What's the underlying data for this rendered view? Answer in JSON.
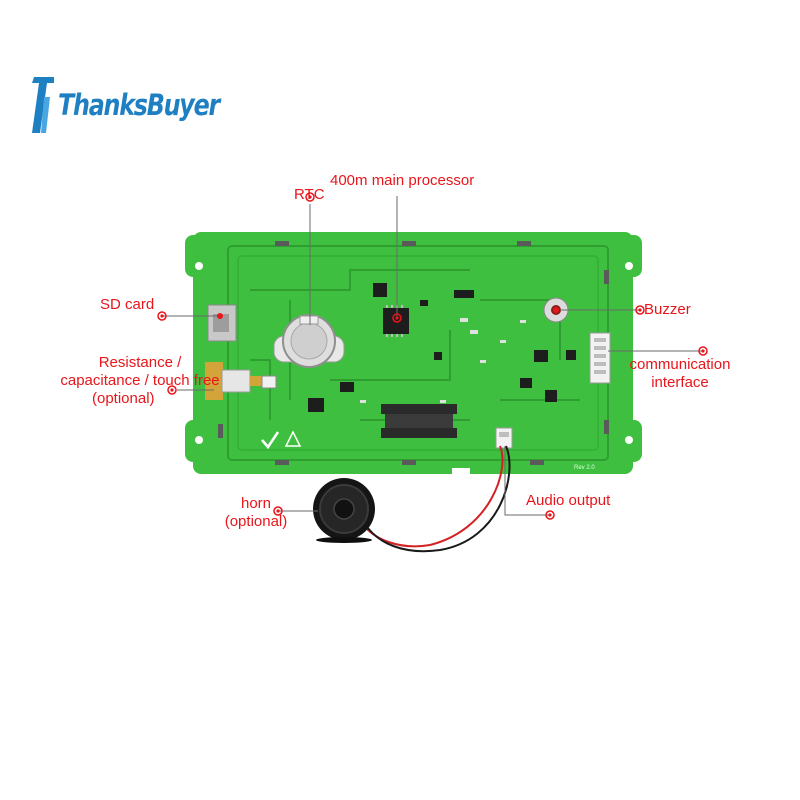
{
  "brand": {
    "name": "ThanksBuyer"
  },
  "callouts": {
    "main_processor": "400m main processor",
    "rtc": "RTC",
    "sd_card": "SD card",
    "buzzer": "Buzzer",
    "resistance_line1": "Resistance /",
    "resistance_line2": "capacitance / touch free",
    "resistance_line3": "(optional)",
    "comm_line1": "communication",
    "comm_line2": "interface",
    "horn_line1": "horn",
    "horn_line2": "(optional)",
    "audio_output": "Audio output"
  },
  "board_text": {
    "rev": "Rev 2.0"
  },
  "colors": {
    "pcb": "#3fbf3f",
    "pcb_dark": "#2f9e31",
    "label_red": "#e8151b",
    "brand_blue": "#1f7fc3"
  }
}
